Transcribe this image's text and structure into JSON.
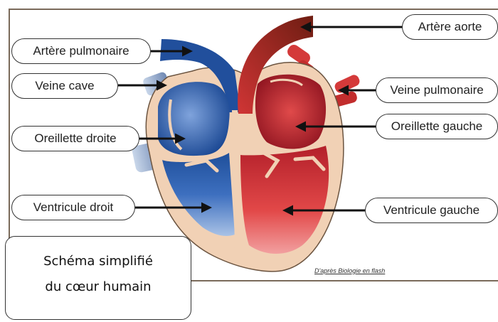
{
  "labels": {
    "artere_pulmonaire": "Artère pulmonaire",
    "veine_cave": "Veine cave",
    "oreillette_droite": "Oreillette droite",
    "ventricule_droit": "Ventricule droit",
    "artere_aorte": "Artère aorte",
    "veine_pulmonaire": "Veine pulmonaire",
    "oreillette_gauche": "Oreillette gauche",
    "ventricule_gauche": "Ventricule gauche"
  },
  "title": {
    "line1": "Schéma simplifié",
    "line2": "du cœur humain"
  },
  "credit": "D'après Biologie en flash",
  "colors": {
    "oxygen_poor_blood": "#2e5da8",
    "oxygen_rich_blood": "#c0392b",
    "aorta": "#8b2a1c",
    "heart_wall": "#f1d1b5",
    "arrow": "#111111"
  }
}
